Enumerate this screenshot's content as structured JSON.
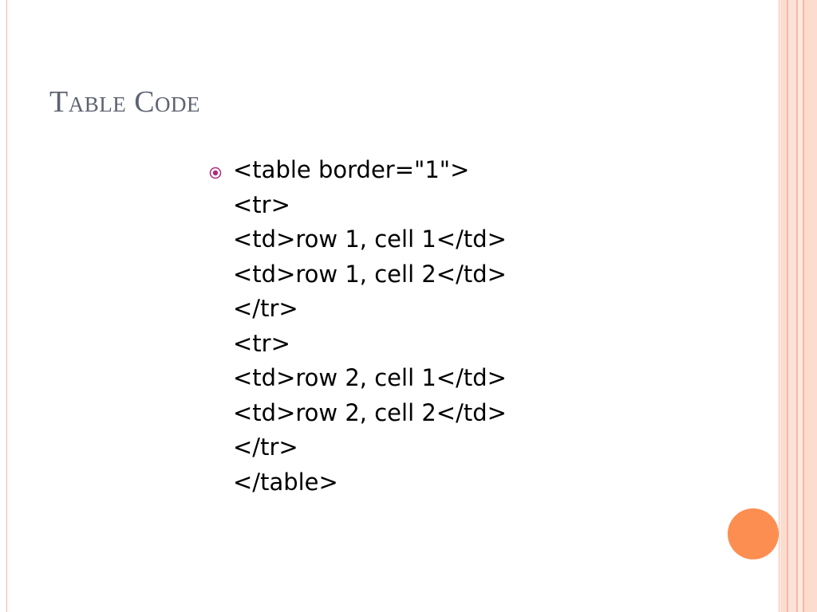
{
  "slide": {
    "title": "Table Code",
    "bullet_icon": "radio-bullet-icon",
    "code_lines": [
      "<table border=\"1\">",
      "<tr>",
      "<td>row 1, cell 1</td>",
      "<td>row 1, cell 2</td>",
      "</tr>",
      "<tr>",
      "<td>row 2, cell 1</td>",
      "<td>row 2, cell 2</td>",
      "</tr>",
      "</table>"
    ]
  },
  "colors": {
    "title": "#5d6370",
    "bullet": "#b0297a",
    "accent_circle": "#fd8e52",
    "border_stripe": "#f4b9a4"
  }
}
